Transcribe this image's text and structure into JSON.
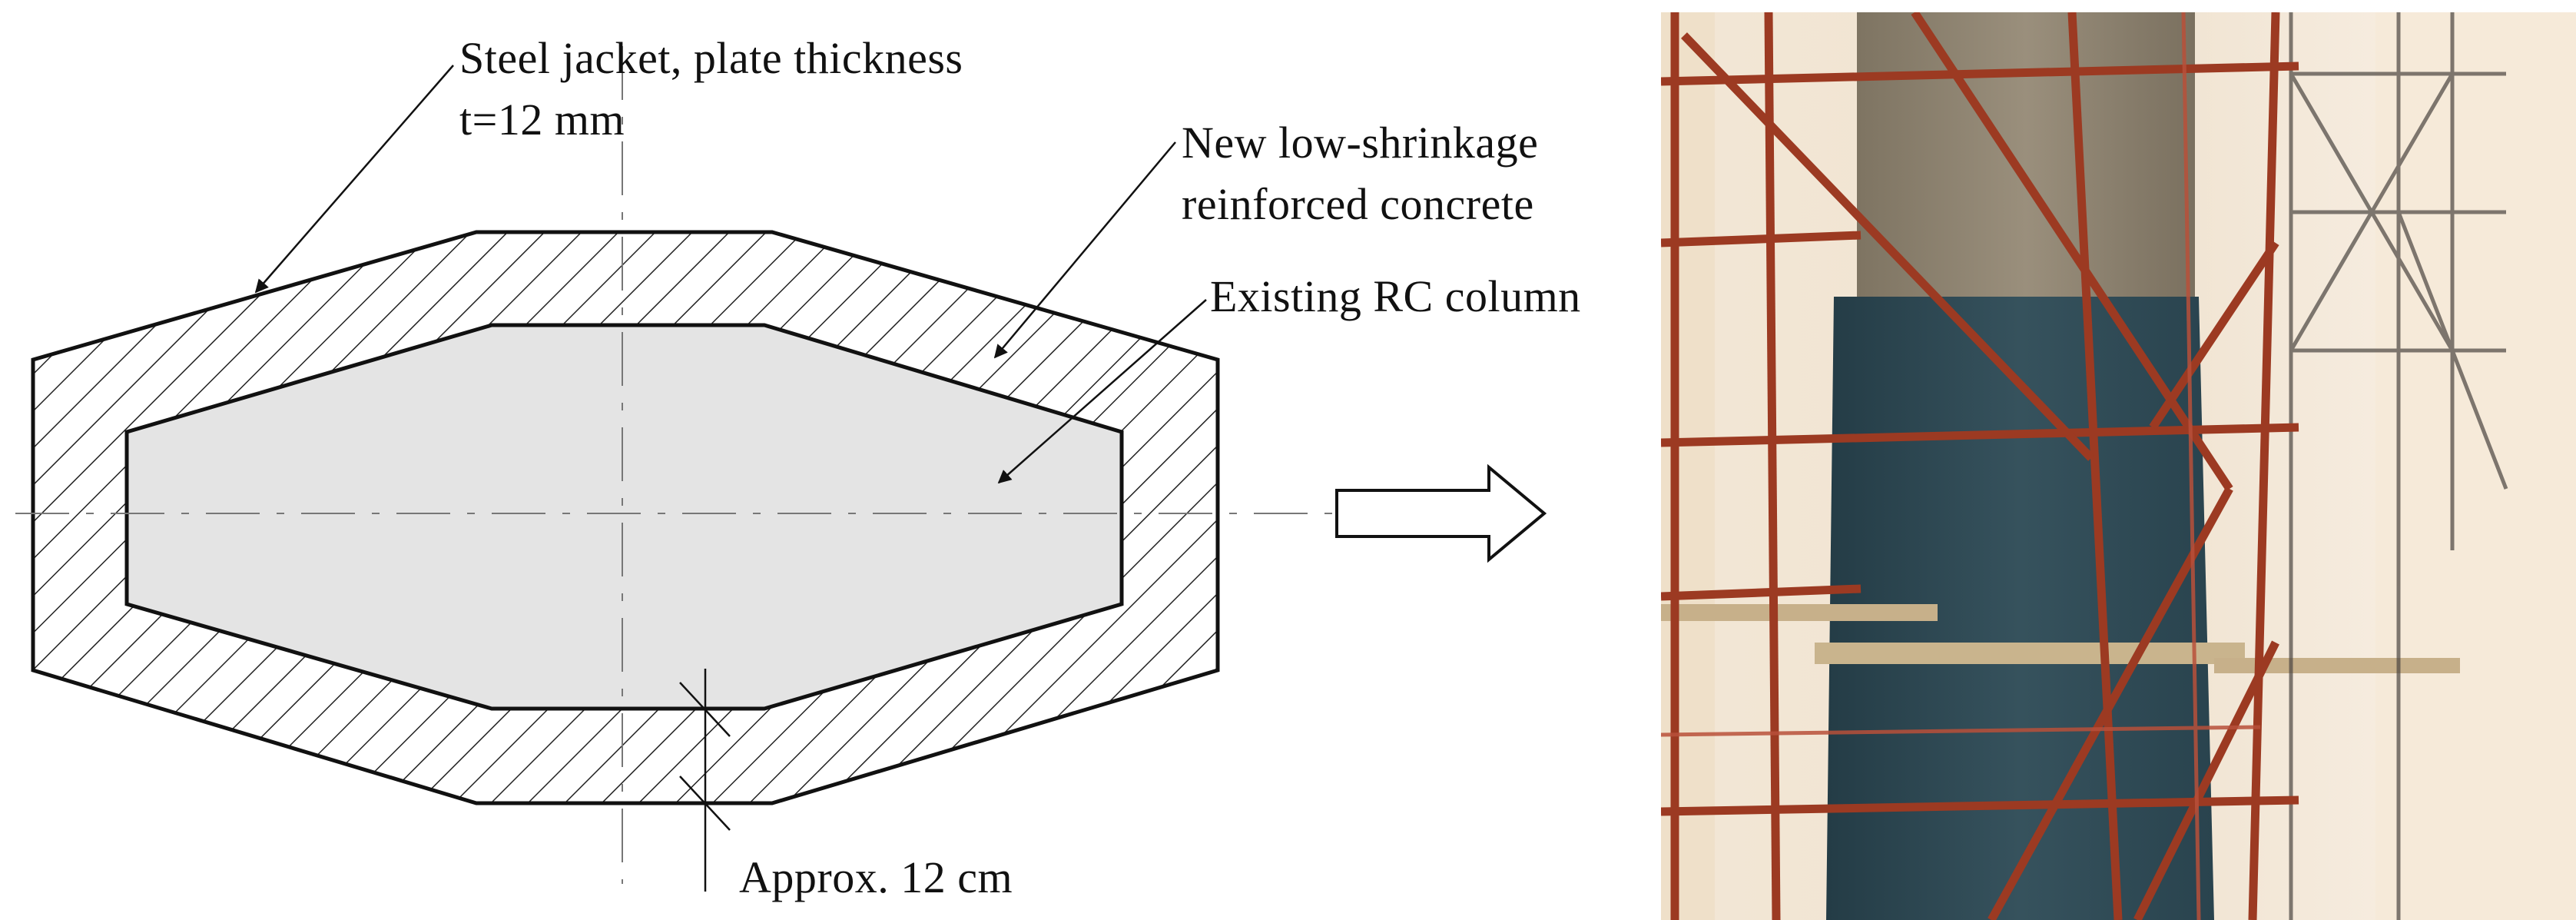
{
  "labels": {
    "steel_jacket_line1": "Steel jacket, plate thickness",
    "steel_jacket_line2": "t=12 mm",
    "new_concrete_line1": "New low-shrinkage",
    "new_concrete_line2": "reinforced concrete",
    "existing_column": "Existing RC column",
    "dimension": "Approx. 12 cm"
  },
  "colors": {
    "outline": "#111111",
    "hatch": "#222222",
    "existing_fill": "#e4e4e4",
    "steel_jacket_photo": "#2f4a55",
    "scaffold": "#9c3a22"
  },
  "icons": {
    "arrow": "right-arrow-icon"
  }
}
